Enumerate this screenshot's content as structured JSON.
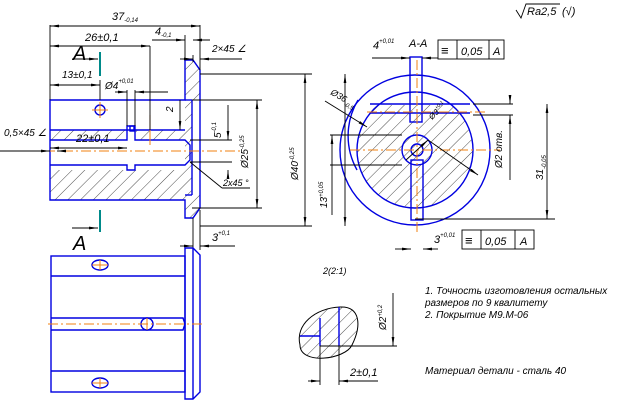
{
  "drawing": {
    "roughness": {
      "symbol": "Ra2,5",
      "suffix": "(√)"
    },
    "section_marker": "A",
    "section_title": "A-A",
    "dimensions": {
      "overall_length": {
        "nominal": "37",
        "tol": "-0,14"
      },
      "flange_thickness": {
        "nominal": "4",
        "tol": "-0,1"
      },
      "hole_position": "26±0,1",
      "pin_position": "13±0,1",
      "pin_diameter": {
        "symbol": "Ø4",
        "tol": "+0,01"
      },
      "chamfer_flange": "2×45 ∠",
      "chamfer_end": "0,5×45 ∠",
      "bore_depth": "22±0,1",
      "groove_width": "2",
      "groove_depth": {
        "nominal": "5",
        "tol": "-0,1"
      },
      "bore_diameter": {
        "symbol": "Ø25",
        "tol": "-0,25"
      },
      "inner_chamfer": "2x45 °",
      "flange_diameter": {
        "symbol": "Ø40",
        "tol": "-0,25"
      },
      "flange_offset": {
        "nominal": "3",
        "tol": "+0,1"
      },
      "slot_width_top": {
        "nominal": "4",
        "tol": "+0,01"
      },
      "slot_width_bottom": {
        "nominal": "3",
        "tol": "+0,01"
      },
      "section_outer": {
        "symbol": "Ø36",
        "tol": "-0,5"
      },
      "section_inner": {
        "symbol": "Ø3",
        "tol": "+0,1"
      },
      "holes_2": "Ø2 отв.",
      "height_31": {
        "nominal": "31",
        "tol": "-0,05"
      },
      "height_13": {
        "nominal": "13",
        "tol": "+0,05"
      },
      "detail_scale": "2(2:1)",
      "detail_dia": {
        "symbol": "Ø2",
        "tol": "+0,2"
      },
      "detail_width": "2±0,1"
    },
    "tolerance_frames": [
      {
        "symbol": "≡",
        "value": "0,05",
        "datum": "A"
      },
      {
        "symbol": "≡",
        "value": "0,05",
        "datum": "A"
      }
    ],
    "notes": [
      "1. Точность изготовления остальных",
      "размеров по 9 квалитету",
      "2. Покрытие М9.М-06"
    ],
    "material": "Материал детали - сталь 40",
    "colors": {
      "part": "#0000e0",
      "axis": "#f08010",
      "section": "#008a8a",
      "dim": "#000000"
    }
  }
}
